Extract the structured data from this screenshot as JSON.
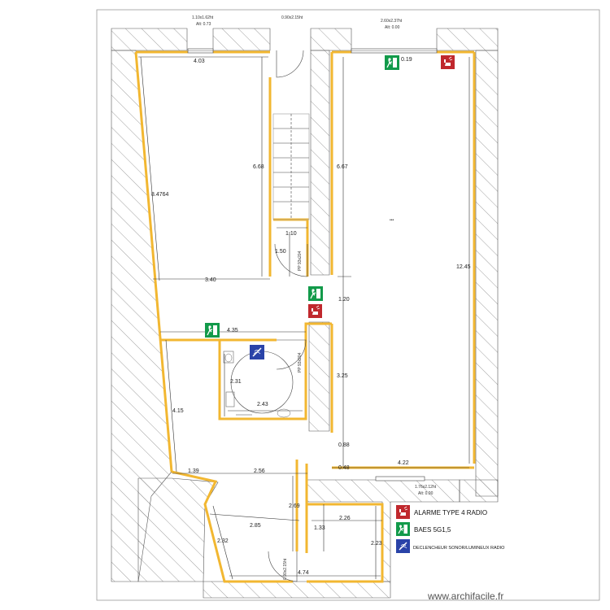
{
  "openings": {
    "window_top_left": "1.10x1.62ht",
    "window_top_left_alt": "Alt: 0.73",
    "door_top": "0.90x2.15ht",
    "window_top_right": "2.60x2.37ht",
    "window_top_right_alt": "Alt: 0.00",
    "window_bottom_right": "1.76x2.12ht",
    "window_bottom_right_alt": "Alt: 0.00",
    "door_pp_upper": "PP 93x204",
    "door_pp_wc": "PP 93x204",
    "door_bottom": "0.90x2.15ht"
  },
  "dimensions": {
    "d403": "4.03",
    "d668": "6.68",
    "d84764": "8.4764",
    "d110": "1.10",
    "d150": "1.50",
    "d340": "3.40",
    "d019": "0.19",
    "d667": "6.67",
    "d1245": "12.45",
    "d120": "1.20",
    "d435": "4.35",
    "d231": "2.31",
    "d243": "2.43",
    "d325": "3.25",
    "d415": "4.15",
    "d088": "0.88",
    "d048": "0.48",
    "d422": "4.22",
    "d139": "1.39",
    "d256": "2.56",
    "d269": "2.69",
    "d226": "2.26",
    "d285": "2.85",
    "d133": "1.33",
    "d232": "2.32",
    "d223": "2.23",
    "d474": "4.74"
  },
  "center_mark": "•••",
  "legend": {
    "alarm": "ALARME TYPE 4 RADIO",
    "baes": "BAES 5G1,5",
    "declencheur": "DECLENCHEUR SONOR/LUMINEUX RADIO"
  },
  "watermark": "www.archifacile.fr",
  "colors": {
    "wall": "#f2b731",
    "alarm": "#c0282d",
    "exit": "#129a4a",
    "trigger": "#2a43a8"
  }
}
